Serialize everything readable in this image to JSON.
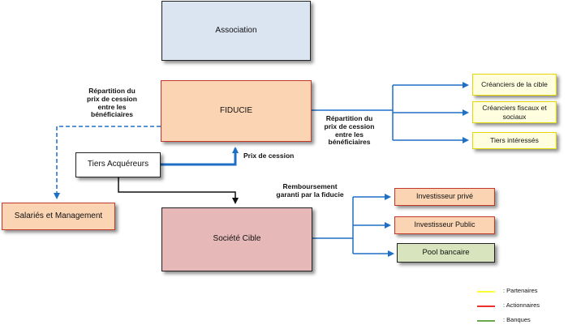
{
  "nodes": {
    "association": "Association",
    "fiducie": "FIDUCIE",
    "tiers_acquereurs": "Tiers Acquéreurs",
    "salaries": "Salariés et Management",
    "societe_cible": "Société Cible",
    "creanciers_cible": "Créanciers de la cible",
    "creanciers_fiscaux": "Créanciers fiscaux et sociaux",
    "tiers_interesses": "Tiers intéressés",
    "investisseur_prive": "Investisseur privé",
    "investisseur_public": "Investisseur Public",
    "pool_bancaire": "Pool bancaire"
  },
  "edge_labels": {
    "repartition_left": "Répartition du\nprix de cession\nentre les\nbénéficiaires",
    "repartition_right": "Répartition du\nprix de cession\nentre les\nbénéficiaires",
    "prix_cession": "Prix de cession",
    "remboursement": "Remboursement\ngaranti par la fiducie"
  },
  "legend": [
    {
      "label": ": Partenaires",
      "color": "#ffff33"
    },
    {
      "label": ": Actionnaires",
      "color": "#e8332e"
    },
    {
      "label": ": Banques",
      "color": "#6aa84f"
    }
  ],
  "colors": {
    "arrow_blue": "#1f6fc5",
    "association_fill": "#dbe5f1",
    "fiducie_fill": "#fbd4b4",
    "cible_fill": "#e6b9b8",
    "orange_fill": "#fbd4b4",
    "yellow_fill": "#ffffe0",
    "green_fill": "#d7e4bd"
  }
}
